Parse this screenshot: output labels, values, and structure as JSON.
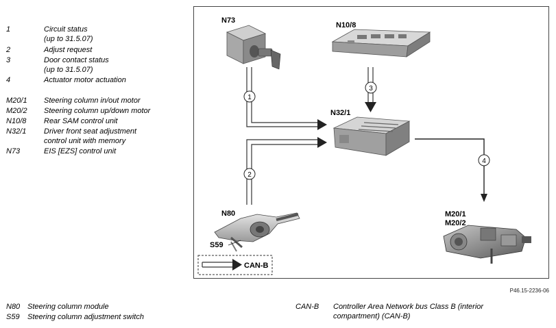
{
  "legend_top": [
    {
      "code": "1",
      "lines": [
        "Circuit status",
        "(up to 31.5.07)"
      ]
    },
    {
      "code": "2",
      "lines": [
        "Adjust request"
      ]
    },
    {
      "code": "3",
      "lines": [
        "Door contact status",
        "(up to 31.5.07)"
      ]
    },
    {
      "code": "4",
      "lines": [
        "Actuator motor actuation"
      ]
    },
    {
      "code": "M20/1",
      "lines": [
        "Steering column in/out motor"
      ]
    },
    {
      "code": "M20/2",
      "lines": [
        "Steering column up/down motor"
      ]
    },
    {
      "code": "N10/8",
      "lines": [
        "Rear SAM control unit"
      ]
    },
    {
      "code": "N32/1",
      "lines": [
        "Driver front seat adjustment",
        "control unit with memory"
      ]
    },
    {
      "code": "N73",
      "lines": [
        "EIS [EZS] control unit"
      ]
    }
  ],
  "legend_bottom_left": [
    {
      "code": "N80",
      "text": "Steering column module"
    },
    {
      "code": "S59",
      "text": "Steering column adjustment switch"
    }
  ],
  "legend_bottom_right": {
    "code": "CAN-B",
    "lines": [
      "Controller Area Network bus Class B (interior",
      "compartment) (CAN-B)"
    ]
  },
  "diagram": {
    "labels": {
      "n73": "N73",
      "n10_8": "N10/8",
      "n32_1": "N32/1",
      "n80": "N80",
      "s59": "S59",
      "m20_1": "M20/1",
      "m20_2": "M20/2"
    },
    "markers": {
      "m1": "1",
      "m2": "2",
      "m3": "3",
      "m4": "4"
    },
    "can_legend_label": "CAN-B"
  },
  "figure_ref": "P46.15-2236-06"
}
